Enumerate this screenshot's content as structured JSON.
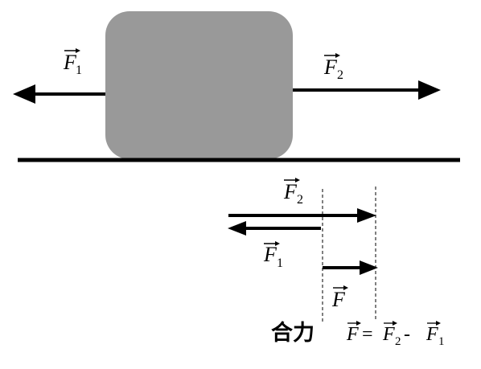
{
  "colors": {
    "block": "#999999",
    "ink": "#000000",
    "background": "#ffffff"
  },
  "labels": {
    "f1_top": {
      "symbol": "F",
      "subscript": "1"
    },
    "f2_top": {
      "symbol": "F",
      "subscript": "2"
    },
    "f2_lower": {
      "symbol": "F",
      "subscript": "2"
    },
    "f1_lower": {
      "symbol": "F",
      "subscript": "1"
    },
    "f_result": {
      "symbol": "F"
    },
    "resultant_text": "合力",
    "equation": {
      "lhs": "F",
      "equals": "=",
      "term1_symbol": "F",
      "term1_subscript": "2",
      "minus": "-",
      "term2_symbol": "F",
      "term2_subscript": "1"
    }
  }
}
